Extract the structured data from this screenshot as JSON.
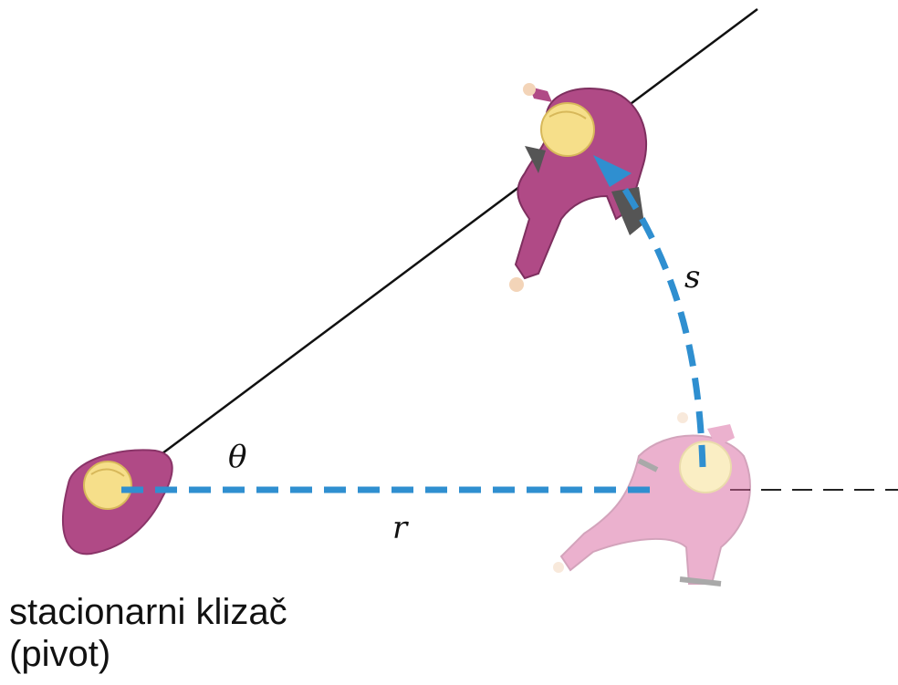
{
  "labels": {
    "theta": "θ",
    "radius": "r",
    "arc_length": "s"
  },
  "caption": {
    "line1": "stacionarni klizač",
    "line2": "(pivot)"
  },
  "colors": {
    "dashed_blue": "#2f8fd0",
    "suit_dark": "#b04a86",
    "suit_light": "#eab3cf",
    "helmet": "#f6df8a",
    "line": "#111111"
  }
}
